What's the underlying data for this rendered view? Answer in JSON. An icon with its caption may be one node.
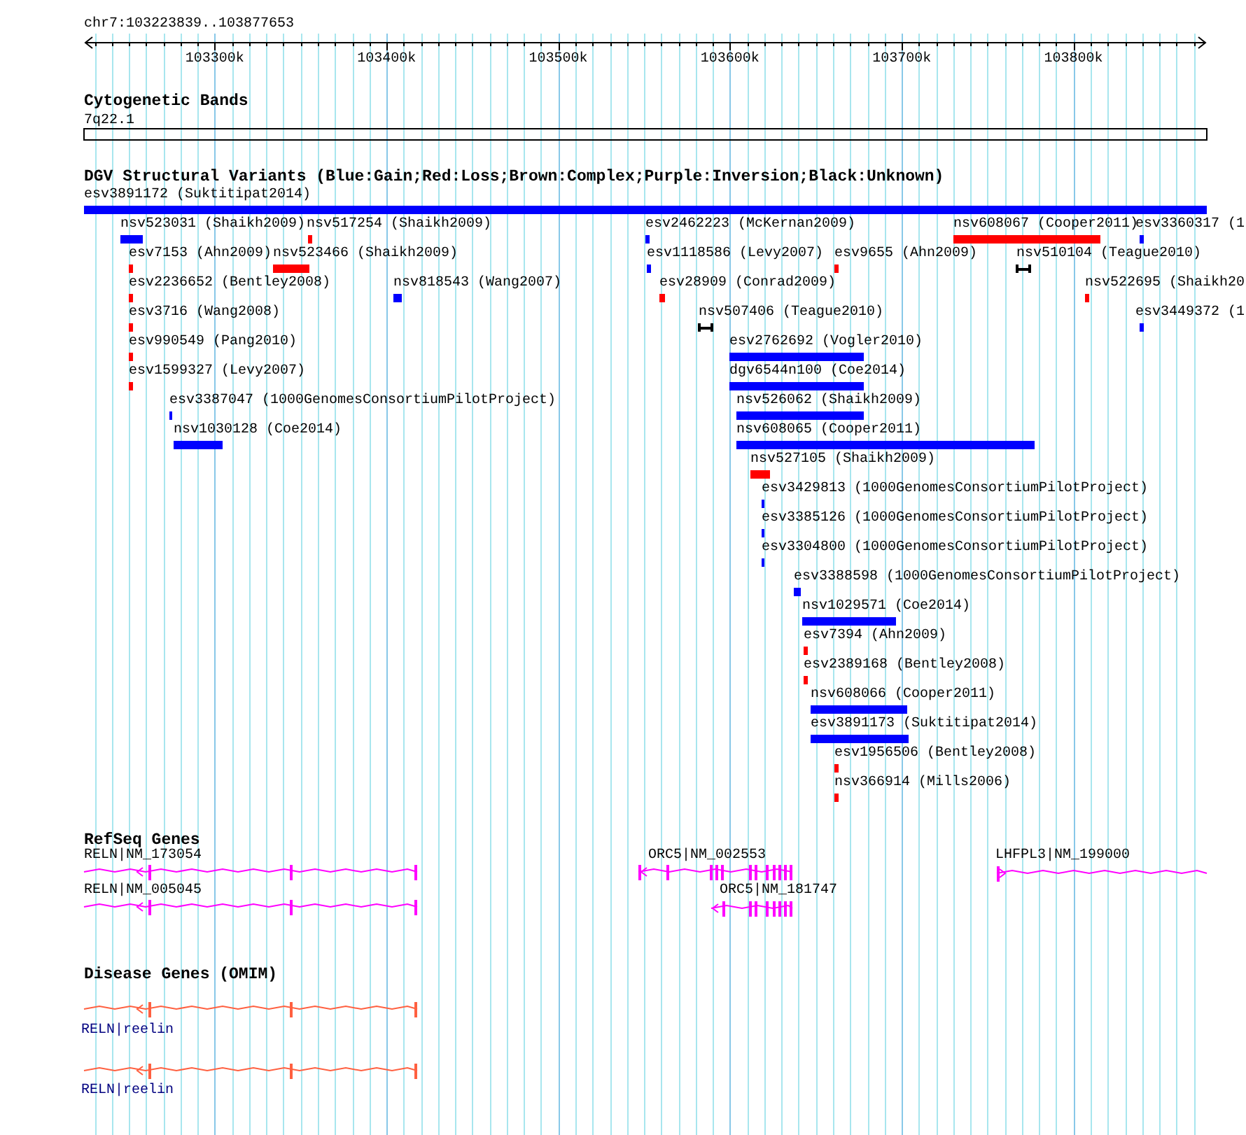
{
  "diagram": {
    "labels": [
      "chr7:103223839..103877653",
      "103300k",
      "103400k",
      "103500k",
      "103600k",
      "103700k",
      "103800k",
      "Cytogenetic Bands",
      "7q22.1",
      "DGV Structural Variants (Blue:Gain;Red:Loss;Brown:Complex;Purple:Inversion;Black:Unknown)",
      "esv3891172 (Suktitipat2014)",
      "nsv523031 (Shaikh2009)",
      "nsv517254 (Shaikh2009)",
      "esv2462223 (McKernan2009)",
      "nsv608067 (Cooper2011)",
      "esv3360317 (1",
      "esv7153 (Ahn2009)",
      "nsv523466 (Shaikh2009)",
      "esv1118586 (Levy2007)",
      "esv9655 (Ahn2009)",
      "nsv510104 (Teague2010)",
      "esv2236652 (Bentley2008)",
      "nsv818543 (Wang2007)",
      "esv28909 (Conrad2009)",
      "nsv522695 (Shaikh20",
      "esv3716 (Wang2008)",
      "nsv507406 (Teague2010)",
      "esv3449372 (1",
      "esv990549 (Pang2010)",
      "esv2762692 (Vogler2010)",
      "esv1599327 (Levy2007)",
      "dgv6544n100 (Coe2014)",
      "esv3387047 (1000GenomesConsortiumPilotProject)",
      "nsv526062 (Shaikh2009)",
      "nsv1030128 (Coe2014)",
      "nsv608065 (Cooper2011)",
      "nsv527105 (Shaikh2009)",
      "esv3429813 (1000GenomesConsortiumPilotProject)",
      "esv3385126 (1000GenomesConsortiumPilotProject)",
      "esv3304800 (1000GenomesConsortiumPilotProject)",
      "esv3388598 (1000GenomesConsortiumPilotProject)",
      "nsv1029571 (Coe2014)",
      "esv7394 (Ahn2009)",
      "esv2389168 (Bentley2008)",
      "nsv608066 (Cooper2011)",
      "esv3891173 (Suktitipat2014)",
      "esv1956506 (Bentley2008)",
      "nsv366914 (Mills2006)",
      "RefSeq Genes",
      "RELN|NM_173054",
      "ORC5|NM_002553",
      "LHFPL3|NM_199000",
      "RELN|NM_005045",
      "ORC5|NM_181747",
      "Disease Genes (OMIM)",
      "RELN|reelin",
      "RELN|reelin"
    ]
  }
}
